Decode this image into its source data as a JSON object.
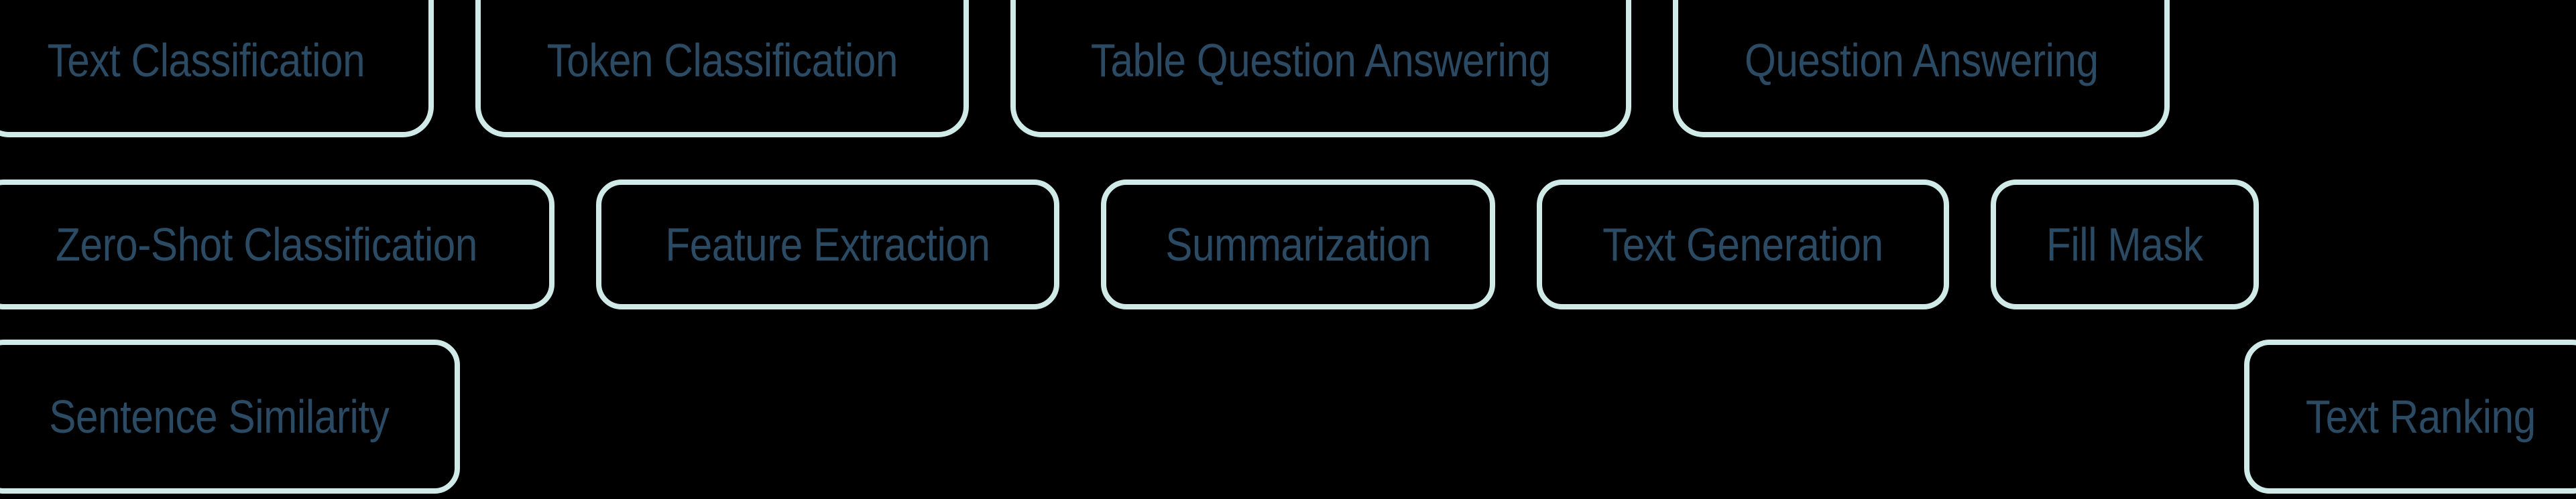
{
  "palette": {
    "background": "#000000",
    "chip_border": "#cfeae7",
    "chip_fill": "#000000",
    "chip_text": "#2b4a63"
  },
  "tag_cloud": {
    "name": "nlp-task-tags",
    "rows": [
      {
        "row_index": 1,
        "chips": [
          {
            "label": "Text Classification",
            "slug": "text-classification"
          },
          {
            "label": "Token Classification",
            "slug": "token-classification"
          },
          {
            "label": "Table Question Answering",
            "slug": "table-question-answering"
          },
          {
            "label": "Question Answering",
            "slug": "question-answering"
          }
        ]
      },
      {
        "row_index": 2,
        "chips": [
          {
            "label": "Zero-Shot Classification",
            "slug": "zero-shot-classification"
          },
          {
            "label": "Feature Extraction",
            "slug": "feature-extraction"
          },
          {
            "label": "Summarization",
            "slug": "summarization"
          },
          {
            "label": "Text Generation",
            "slug": "text-generation"
          },
          {
            "label": "Fill Mask",
            "slug": "fill-mask"
          }
        ]
      },
      {
        "row_index": 3,
        "chips": [
          {
            "label": "Sentence Similarity",
            "slug": "sentence-similarity"
          },
          {
            "label": "Text Ranking",
            "slug": "text-ranking"
          }
        ]
      }
    ]
  }
}
